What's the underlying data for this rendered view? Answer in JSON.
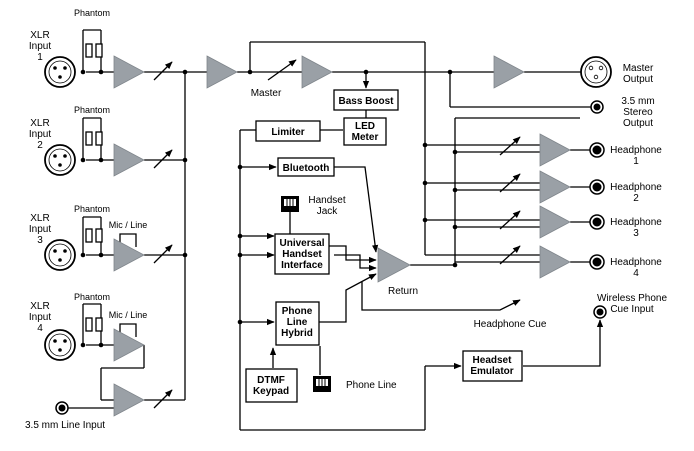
{
  "inputs": {
    "xlr": [
      "XLR\nInput\n1",
      "XLR\nInput\n2",
      "XLR\nInput\n3",
      "XLR\nInput\n4"
    ],
    "phantom": "Phantom",
    "mic_line": "Mic / Line",
    "line_input": "3.5 mm Line Input"
  },
  "master": {
    "label": "Master",
    "output": "Master\nOutput",
    "stereo_output": "3.5 mm\nStereo\nOutput"
  },
  "blocks": {
    "bass_boost": "Bass Boost",
    "led_meter": "LED\nMeter",
    "limiter": "Limiter",
    "bluetooth": "Bluetooth",
    "universal_handset": "Universal\nHandset\nInterface",
    "phone_line_hybrid": "Phone\nLine\nHybrid",
    "dtmf_keypad": "DTMF\nKeypad",
    "headset_emulator": "Headset\nEmulator"
  },
  "labels": {
    "handset_jack": "Handset\nJack",
    "phone_line": "Phone Line",
    "return": "Return",
    "headphone_cue": "Headphone Cue",
    "wireless_cue": "Wireless Phone\nCue Input"
  },
  "headphones": [
    "Headphone\n1",
    "Headphone\n2",
    "Headphone\n3",
    "Headphone\n4"
  ],
  "colors": {
    "amplifier": "#9aa0a6",
    "wire": "#000000"
  }
}
